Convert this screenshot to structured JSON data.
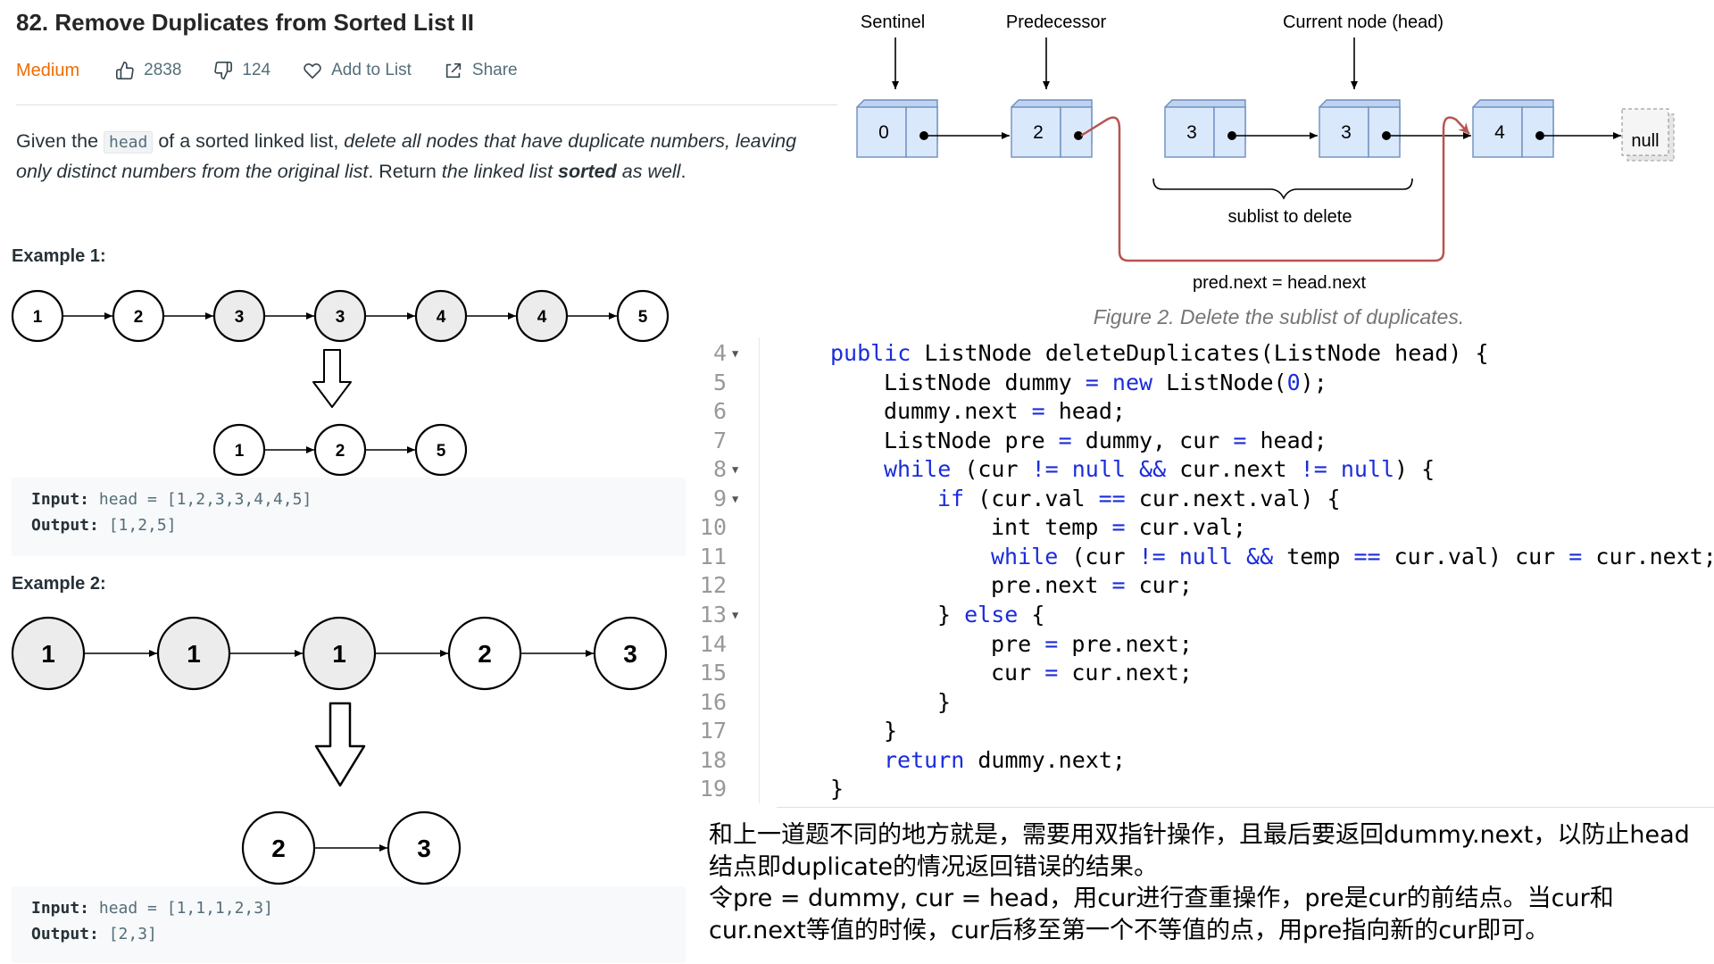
{
  "problem": {
    "title": "82. Remove Duplicates from Sorted List II",
    "difficulty": "Medium",
    "likes": "2838",
    "dislikes": "124",
    "add_to_list": "Add to List",
    "share": "Share",
    "description": {
      "p1": "Given the ",
      "code": "head",
      "p2": " of a sorted linked list, ",
      "em1": "delete all nodes that have duplicate numbers, leaving only distinct numbers from the original list",
      "p3": ". Return ",
      "em2": "the linked list ",
      "strong": "sorted",
      "em3": " as well",
      "p4": "."
    }
  },
  "example1": {
    "title": "Example 1:",
    "input_label": "Input:",
    "input_value": "head = [1,2,3,3,4,4,5]",
    "output_label": "Output:",
    "output_value": "[1,2,5]",
    "before_nodes": [
      "1",
      "2",
      "3",
      "3",
      "4",
      "4",
      "5"
    ],
    "before_shaded": [
      false,
      false,
      true,
      true,
      true,
      true,
      false
    ],
    "after_nodes": [
      "1",
      "2",
      "5"
    ]
  },
  "example2": {
    "title": "Example 2:",
    "input_label": "Input:",
    "input_value": "head = [1,1,1,2,3]",
    "output_label": "Output:",
    "output_value": "[2,3]",
    "before_nodes": [
      "1",
      "1",
      "1",
      "2",
      "3"
    ],
    "before_shaded": [
      true,
      true,
      true,
      false,
      false
    ],
    "after_nodes": [
      "2",
      "3"
    ]
  },
  "figure": {
    "label_sentinel": "Sentinel",
    "label_predecessor": "Predecessor",
    "label_current": "Current node (head)",
    "nodes": [
      "0",
      "2",
      "3",
      "3",
      "4"
    ],
    "null_label": "null",
    "brace_label": "sublist to delete",
    "pointer_label": "pred.next = head.next",
    "caption": "Figure 2. Delete the sublist of duplicates.",
    "colors": {
      "node_fill": "#dae8fc",
      "node_stroke": "#6c8ebf",
      "pointer": "#b85450"
    }
  },
  "code": {
    "lines": [
      {
        "num": "4",
        "fold": true,
        "indent": 0,
        "tokens": [
          [
            "kw",
            "public"
          ],
          [
            "t",
            " ListNode deleteDuplicates(ListNode head) {"
          ]
        ]
      },
      {
        "num": "5",
        "fold": false,
        "indent": 1,
        "tokens": [
          [
            "t",
            "ListNode dummy "
          ],
          [
            "op",
            "="
          ],
          [
            "t",
            " "
          ],
          [
            "kw",
            "new"
          ],
          [
            "t",
            " ListNode("
          ],
          [
            "num",
            "0"
          ],
          [
            "t",
            ");"
          ]
        ]
      },
      {
        "num": "6",
        "fold": false,
        "indent": 1,
        "tokens": [
          [
            "t",
            "dummy.next "
          ],
          [
            "op",
            "="
          ],
          [
            "t",
            " head;"
          ]
        ]
      },
      {
        "num": "7",
        "fold": false,
        "indent": 1,
        "tokens": [
          [
            "t",
            "ListNode pre "
          ],
          [
            "op",
            "="
          ],
          [
            "t",
            " dummy, cur "
          ],
          [
            "op",
            "="
          ],
          [
            "t",
            " head;"
          ]
        ]
      },
      {
        "num": "8",
        "fold": true,
        "indent": 1,
        "tokens": [
          [
            "kw",
            "while"
          ],
          [
            "t",
            " (cur "
          ],
          [
            "op",
            "!="
          ],
          [
            "t",
            " "
          ],
          [
            "kw",
            "null"
          ],
          [
            "t",
            " "
          ],
          [
            "op",
            "&&"
          ],
          [
            "t",
            " cur.next "
          ],
          [
            "op",
            "!="
          ],
          [
            "t",
            " "
          ],
          [
            "kw",
            "null"
          ],
          [
            "t",
            ") {"
          ]
        ]
      },
      {
        "num": "9",
        "fold": true,
        "indent": 2,
        "tokens": [
          [
            "kw",
            "if"
          ],
          [
            "t",
            " (cur.val "
          ],
          [
            "op",
            "=="
          ],
          [
            "t",
            " cur.next.val) {"
          ]
        ]
      },
      {
        "num": "10",
        "fold": false,
        "indent": 3,
        "tokens": [
          [
            "t",
            "int temp "
          ],
          [
            "op",
            "="
          ],
          [
            "t",
            " cur.val;"
          ]
        ]
      },
      {
        "num": "11",
        "fold": false,
        "indent": 3,
        "tokens": [
          [
            "kw",
            "while"
          ],
          [
            "t",
            " (cur "
          ],
          [
            "op",
            "!="
          ],
          [
            "t",
            " "
          ],
          [
            "kw",
            "null"
          ],
          [
            "t",
            " "
          ],
          [
            "op",
            "&&"
          ],
          [
            "t",
            " temp "
          ],
          [
            "op",
            "=="
          ],
          [
            "t",
            " cur.val) cur "
          ],
          [
            "op",
            "="
          ],
          [
            "t",
            " cur.next;"
          ]
        ]
      },
      {
        "num": "12",
        "fold": false,
        "indent": 3,
        "tokens": [
          [
            "t",
            "pre.next "
          ],
          [
            "op",
            "="
          ],
          [
            "t",
            " cur;"
          ]
        ]
      },
      {
        "num": "13",
        "fold": true,
        "indent": 2,
        "tokens": [
          [
            "t",
            "} "
          ],
          [
            "kw",
            "else"
          ],
          [
            "t",
            " {"
          ]
        ]
      },
      {
        "num": "14",
        "fold": false,
        "indent": 3,
        "tokens": [
          [
            "t",
            "pre "
          ],
          [
            "op",
            "="
          ],
          [
            "t",
            " pre.next;"
          ]
        ]
      },
      {
        "num": "15",
        "fold": false,
        "indent": 3,
        "tokens": [
          [
            "t",
            "cur "
          ],
          [
            "op",
            "="
          ],
          [
            "t",
            " cur.next;"
          ]
        ]
      },
      {
        "num": "16",
        "fold": false,
        "indent": 2,
        "tokens": [
          [
            "t",
            "}"
          ]
        ]
      },
      {
        "num": "17",
        "fold": false,
        "indent": 1,
        "tokens": [
          [
            "t",
            "}"
          ]
        ]
      },
      {
        "num": "18",
        "fold": false,
        "indent": 1,
        "tokens": [
          [
            "kw",
            "return"
          ],
          [
            "t",
            " dummy.next;"
          ]
        ]
      },
      {
        "num": "19",
        "fold": false,
        "indent": 0,
        "tokens": [
          [
            "t",
            "}"
          ]
        ]
      }
    ]
  },
  "note": {
    "line1": "和上一道题不同的地方就是，需要用双指针操作，且最后要返回dummy.next，以防止head结点即duplicate的情况返回错误的结果。",
    "line2": "令pre = dummy, cur = head，用cur进行查重操作，pre是cur的前结点。当cur和cur.next等值的时候，cur后移至第一个不等值的点，用pre指向新的cur即可。"
  }
}
